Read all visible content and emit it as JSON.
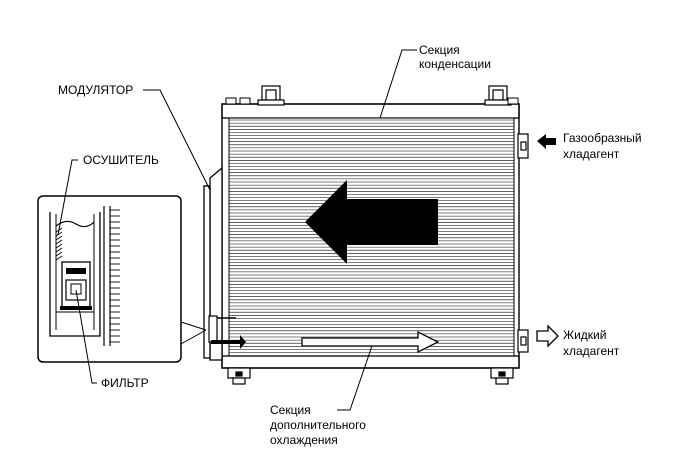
{
  "labels": {
    "condenser_line1": "Секция",
    "condenser_line2": "конденсации",
    "modulator": "МОДУЛЯТОР",
    "dryer": "ОСУШИТЕЛЬ",
    "filter": "ФИЛЬТР",
    "gas_line1": "Газообразный",
    "gas_line2": "хладагент",
    "liquid_line1": "Жидкий",
    "liquid_line2": "хладагент",
    "subcool_line1": "Секция",
    "subcool_line2": "дополнительного",
    "subcool_line3": "охлаждения"
  }
}
